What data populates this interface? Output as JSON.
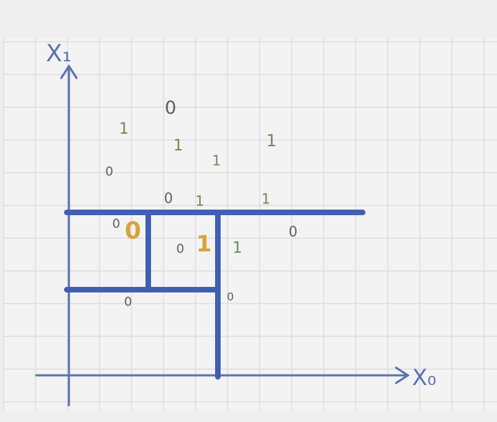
{
  "axes": {
    "x_label": "X₀",
    "y_label": "X₁"
  },
  "points": [
    {
      "label": "0",
      "color": "#5f5f5f",
      "highlight": false
    },
    {
      "label": "1",
      "color": "#6c8a55",
      "highlight": false
    },
    {
      "label": "1",
      "color": "#6c8a55",
      "highlight": false
    },
    {
      "label": "1",
      "color": "#6c8a55",
      "highlight": false
    },
    {
      "label": "0",
      "color": "#5f5f5f",
      "highlight": false
    },
    {
      "label": "1",
      "color": "#6c8a55",
      "highlight": false
    },
    {
      "label": "0",
      "color": "#5f5f5f",
      "highlight": false
    },
    {
      "label": "1",
      "color": "#6c8a55",
      "highlight": false
    },
    {
      "label": "1",
      "color": "#6c8a55",
      "highlight": false
    },
    {
      "label": "0",
      "color": "#5f5f5f",
      "highlight": false
    },
    {
      "label": "0",
      "color": "#d9a23c",
      "highlight": true
    },
    {
      "label": "0",
      "color": "#5f5f5f",
      "highlight": false
    },
    {
      "label": "1",
      "color": "#d9a23c",
      "highlight": true
    },
    {
      "label": "1",
      "color": "#6c8a55",
      "highlight": false
    },
    {
      "label": "0",
      "color": "#5f5f5f",
      "highlight": false
    },
    {
      "label": "0",
      "color": "#5f5f5f",
      "highlight": false
    },
    {
      "label": "0",
      "color": "#5f5f5f",
      "highlight": false
    }
  ],
  "colors": {
    "background": "#efefef",
    "paper": "#f3f3f3",
    "grid": "#dedede",
    "axis": "#5a72b0",
    "split": "#3f5fb0"
  }
}
